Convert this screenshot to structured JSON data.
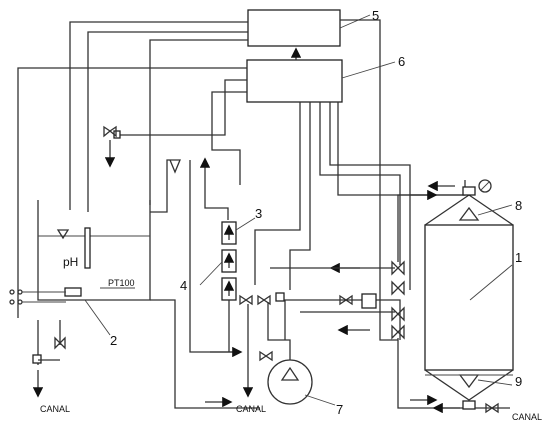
{
  "diagram": {
    "labels": {
      "n1": "1",
      "n2": "2",
      "n3": "3",
      "n4": "4",
      "n5": "5",
      "n6": "6",
      "n7": "7",
      "n8": "8",
      "n9": "9",
      "ph": "pH",
      "pt100": "PT100",
      "canal_left": "CANAL",
      "canal_mid": "CANAL",
      "canal_right": "CANAL"
    },
    "colors": {
      "line": "#333333",
      "background": "#ffffff"
    }
  }
}
